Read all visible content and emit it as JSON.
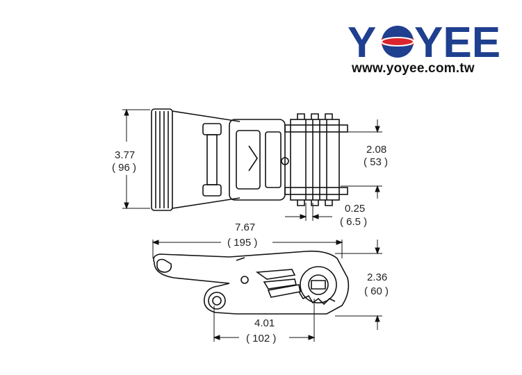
{
  "brand": {
    "name": "YOYEE",
    "website": "www.yoyee.com.tw",
    "colors": {
      "letters": "#1f3f8f",
      "accent": "#d9262c"
    }
  },
  "dimensions": {
    "total_height": {
      "in": "3.77",
      "mm": "( 96 )"
    },
    "strap_width": {
      "in": "2.08",
      "mm": "( 53 )"
    },
    "gap": {
      "in": "0.25",
      "mm": "( 6.5 )"
    },
    "overall_length": {
      "in": "7.67",
      "mm": "( 195 )"
    },
    "side_height": {
      "in": "2.36",
      "mm": "( 60 )"
    },
    "pivot_length": {
      "in": "4.01",
      "mm": "( 102 )"
    }
  }
}
